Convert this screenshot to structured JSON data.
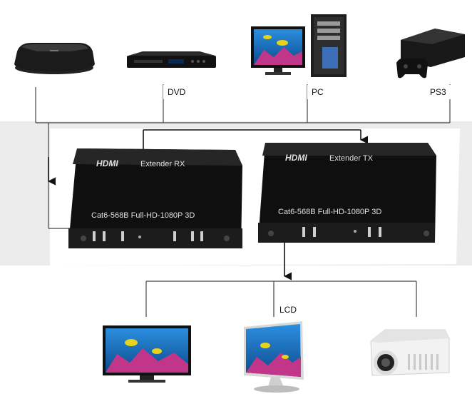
{
  "sources": [
    {
      "id": "media-player",
      "label": ""
    },
    {
      "id": "dvd",
      "label": "DVD"
    },
    {
      "id": "pc",
      "label": "PC"
    },
    {
      "id": "ps3",
      "label": "PS3"
    }
  ],
  "extenders": {
    "rx": {
      "brand": "HDMI",
      "name": "Extender  RX",
      "spec": "Cat6-568B Full-HD-1080P 3D"
    },
    "tx": {
      "brand": "HDMI",
      "name": "Extender  TX",
      "spec": "Cat6-568B Full-HD-1080P 3D"
    }
  },
  "displays": [
    {
      "id": "tv",
      "label": ""
    },
    {
      "id": "lcd",
      "label": "LCD"
    },
    {
      "id": "projector",
      "label": ""
    }
  ],
  "colors": {
    "line": "#444444",
    "box": "#161616",
    "screen_sky": "#1f7fd0",
    "accent": "#e8d21a"
  }
}
